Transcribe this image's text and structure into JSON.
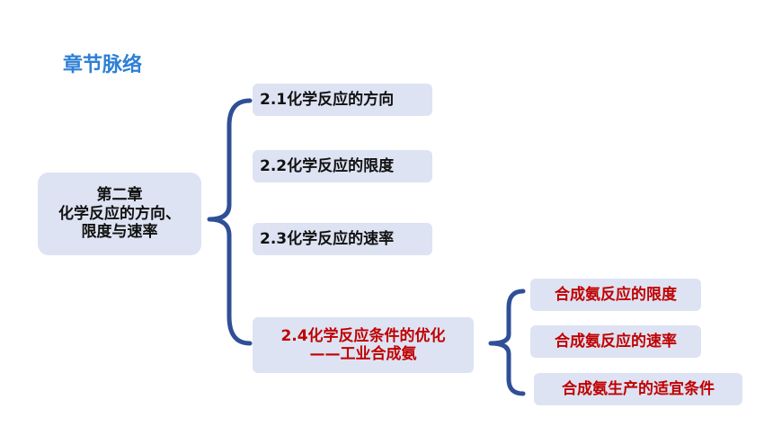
{
  "title": "章节脉络",
  "chapter": {
    "line1": "第二章",
    "line2": "化学反应的方向、",
    "line3": "限度与速率"
  },
  "sections": [
    {
      "label": "2.1化学反应的方向"
    },
    {
      "label": "2.2化学反应的限度"
    },
    {
      "label": "2.3化学反应的速率"
    },
    {
      "line1": "2.4化学反应条件的优化",
      "line2": "——工业合成氨"
    }
  ],
  "subsections": [
    {
      "label": "合成氨反应的限度"
    },
    {
      "label": "合成氨反应的速率"
    },
    {
      "label": "合成氨生产的适宜条件"
    }
  ],
  "colors": {
    "title": "#2e7fd6",
    "box": "#dde3f2",
    "brace": "#2f4f96",
    "highlight": "#c00000"
  }
}
